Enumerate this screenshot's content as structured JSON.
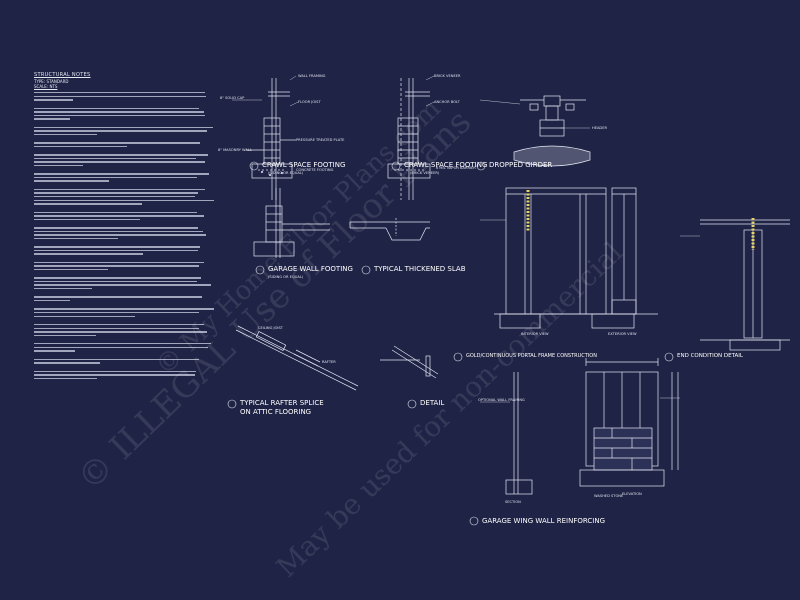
{
  "notes": {
    "title": "STRUCTURAL NOTES",
    "subtitle": "TYPE: STANDARD",
    "subtitle2": "SCALE: NTS"
  },
  "details": {
    "crawl_space_footing_1": {
      "label": "CRAWL SPACE FOOTING",
      "sub": "(SIDING OR EQUAL)"
    },
    "crawl_space_footing_2": {
      "label": "CRAWL SPACE FOOTING",
      "sub": "(BRICK VENEER)"
    },
    "dropped_girder": {
      "label": "DROPPED GIRDER"
    },
    "garage_wall_footing": {
      "label": "GARAGE WALL FOOTING",
      "sub": "(SIDING OR EQUAL)"
    },
    "thickened_slab": {
      "label": "TYPICAL THICKENED SLAB"
    },
    "rafter_splice": {
      "label": "TYPICAL RAFTER SPLICE",
      "label2": "ON ATTIC FLOORING"
    },
    "detail": {
      "label": "DETAIL"
    },
    "portal_frame": {
      "label": "GOLD/CONTINUOUS PORTAL FRAME CONSTRUCTION"
    },
    "end_condition": {
      "label": "END CONDITION DETAIL"
    },
    "garage_wing_wall": {
      "label": "GARAGE WING WALL REINFORCING"
    }
  },
  "view_labels": {
    "interior_view": "INTERIOR VIEW",
    "exterior_view": "EXTERIOR VIEW",
    "section": "SECTION",
    "elevation": "ELEVATION"
  },
  "callouts": {
    "concrete_footing": "CONCRETE FOOTING",
    "wall_framing": "WALL FRAMING",
    "brick_veneer": "BRICK VENEER",
    "floor_joist": "FLOOR JOIST",
    "anchor_bolt": "ANCHOR BOLT",
    "pressure_treated_plate": "PRESSURE TREATED PLATE",
    "solid_cap": "8\" SOLID CAP",
    "masonry_wall": "8\" MASONRY WALL",
    "vapor_barrier": "6 MIL VAPOR BARRIER",
    "header": "HEADER",
    "optional_wall_framing": "OPTIONAL WALL FRAMING",
    "washed_stone": "WASHED STONE",
    "ceiling_joist": "CEILING JOIST",
    "rafter": "RAFTER"
  },
  "watermarks": [
    "© ILLEGAL Use of Floor Plans",
    "© My Home Floor Plans.com",
    "May be used for non-commercial"
  ]
}
